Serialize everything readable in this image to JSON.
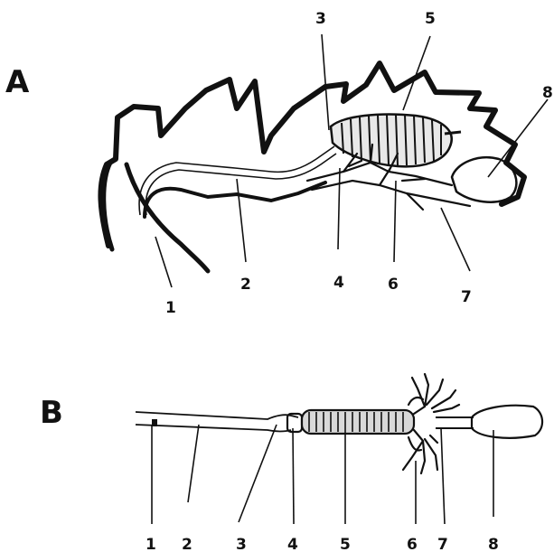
{
  "panels": [
    {
      "letter": "A",
      "labels": [
        "1",
        "2",
        "3",
        "4",
        "5",
        "6",
        "7",
        "8"
      ]
    },
    {
      "letter": "B",
      "labels": [
        "1",
        "2",
        "3",
        "4",
        "5",
        "6",
        "7",
        "8"
      ]
    }
  ],
  "colors": {
    "ink": "#111111",
    "background": "#ffffff"
  }
}
